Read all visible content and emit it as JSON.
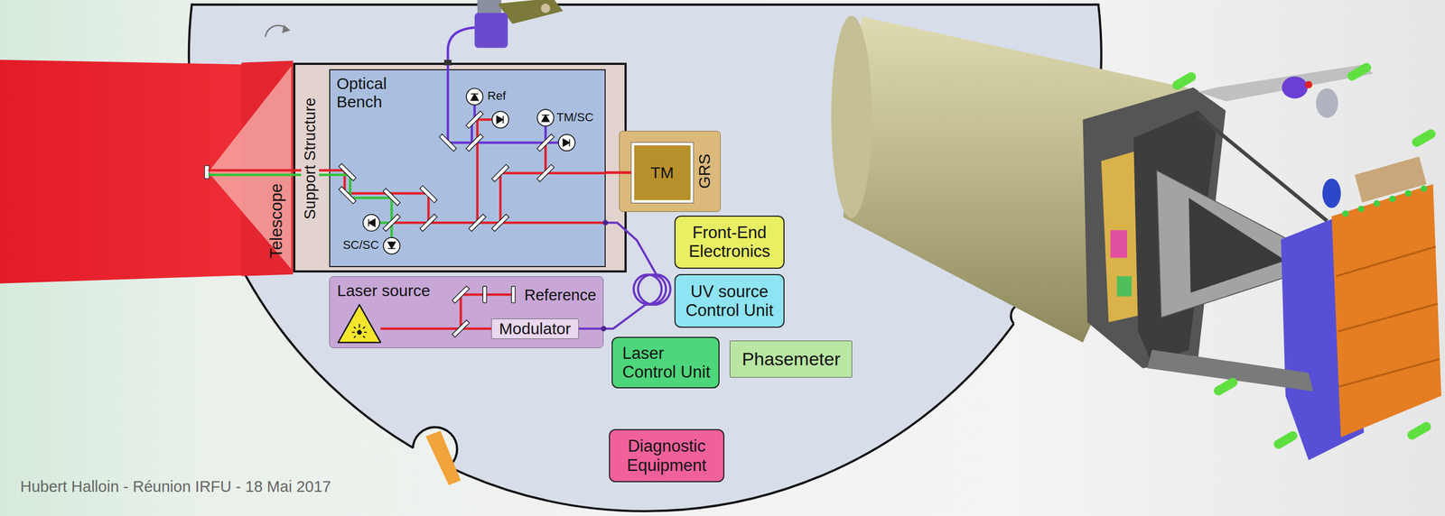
{
  "diagram": {
    "nodes": [
      {
        "text": [
          "Telescope"
        ]
      },
      {
        "text": [
          "Support Structure"
        ]
      },
      {
        "text": [
          "Optical Bench"
        ],
        "in": 1
      },
      {
        "text": [
          "GRS"
        ]
      },
      {
        "text": [
          "TM"
        ],
        "in": 3
      },
      {
        "text": [
          "Laser source"
        ]
      },
      {
        "text": [
          "Modulator"
        ],
        "in": 5
      },
      {
        "text": [
          "Front-End Electronics"
        ]
      },
      {
        "text": [
          "UV source Control Unit"
        ]
      },
      {
        "text": [
          "Laser Control Unit"
        ]
      },
      {
        "text": [
          "Phasemeter"
        ]
      },
      {
        "text": [
          "Diagnostic Equipment"
        ]
      }
    ],
    "edges": [
      {
        "from": 6,
        "to": 2,
        "arrow": "none"
      },
      {
        "from": 2,
        "to": 4,
        "arrow": "none"
      }
    ],
    "labels": [
      "Ref",
      "TM/SC",
      "SC/SC",
      "Reference",
      "Hubert Halloin - Réunion IRFU - 18 Mai 2017"
    ]
  }
}
